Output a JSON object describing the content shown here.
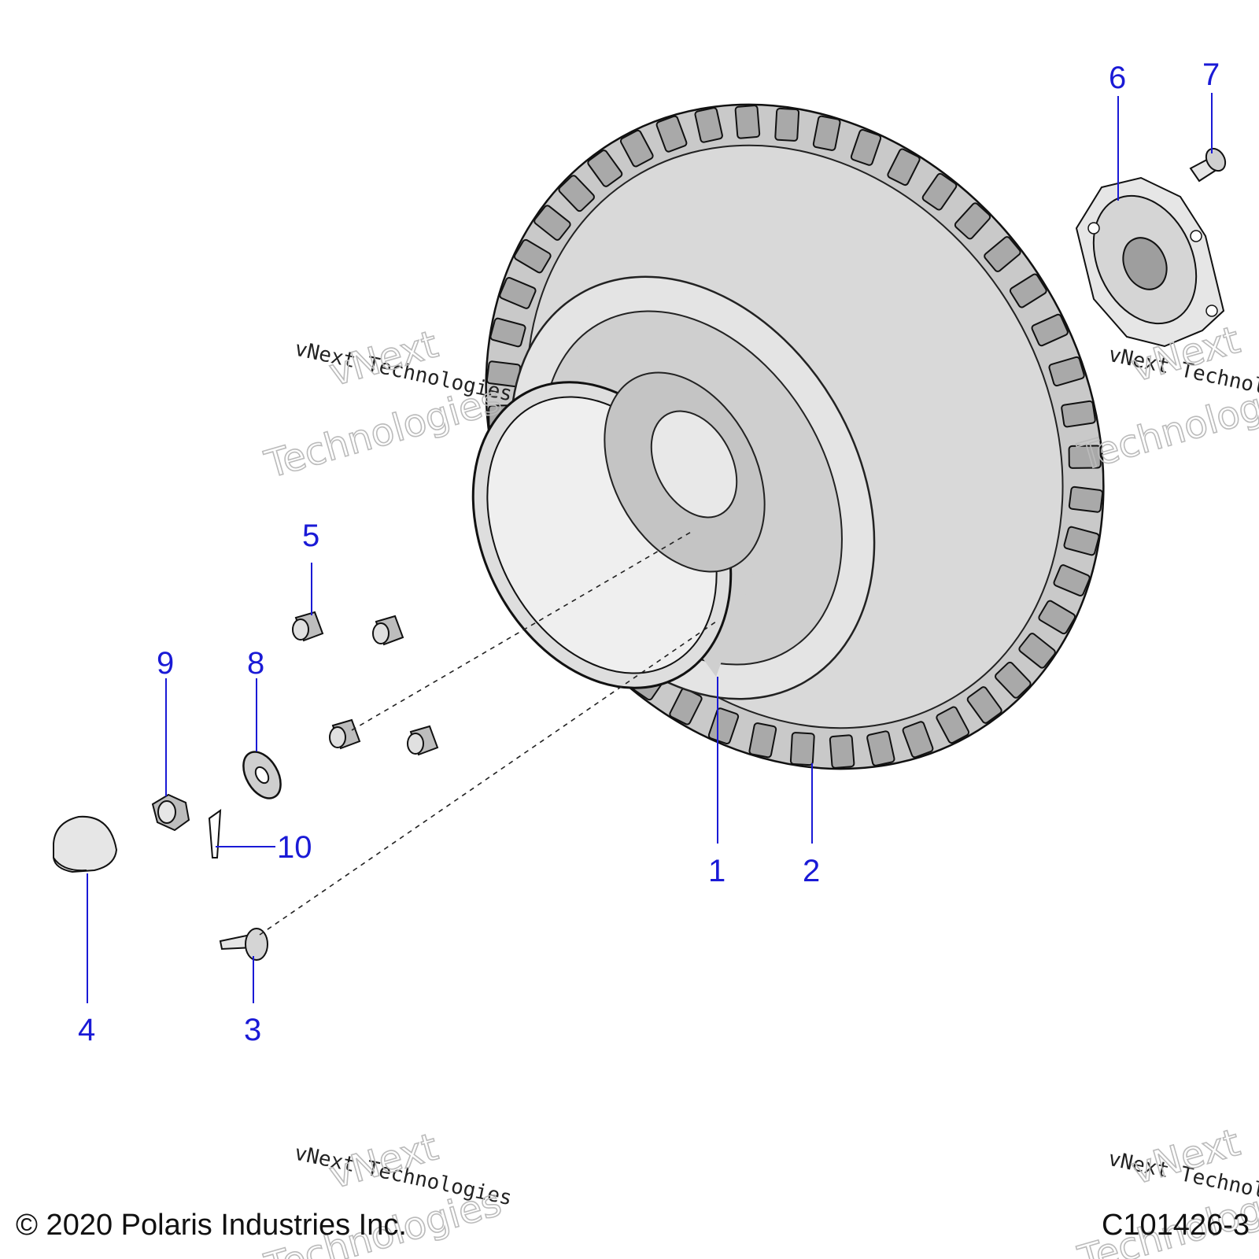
{
  "callouts": {
    "c1": "1",
    "c2": "2",
    "c3": "3",
    "c4": "4",
    "c5": "5",
    "c6": "6",
    "c7": "7",
    "c8": "8",
    "c9": "9",
    "c10": "10"
  },
  "watermark": {
    "line_serif": "vNext Technologies",
    "line_word1": "vNext",
    "line_word2": "Technologies"
  },
  "footer": {
    "copyright": "© 2020 Polaris Industries Inc.",
    "figure_id": "C101426-3"
  }
}
